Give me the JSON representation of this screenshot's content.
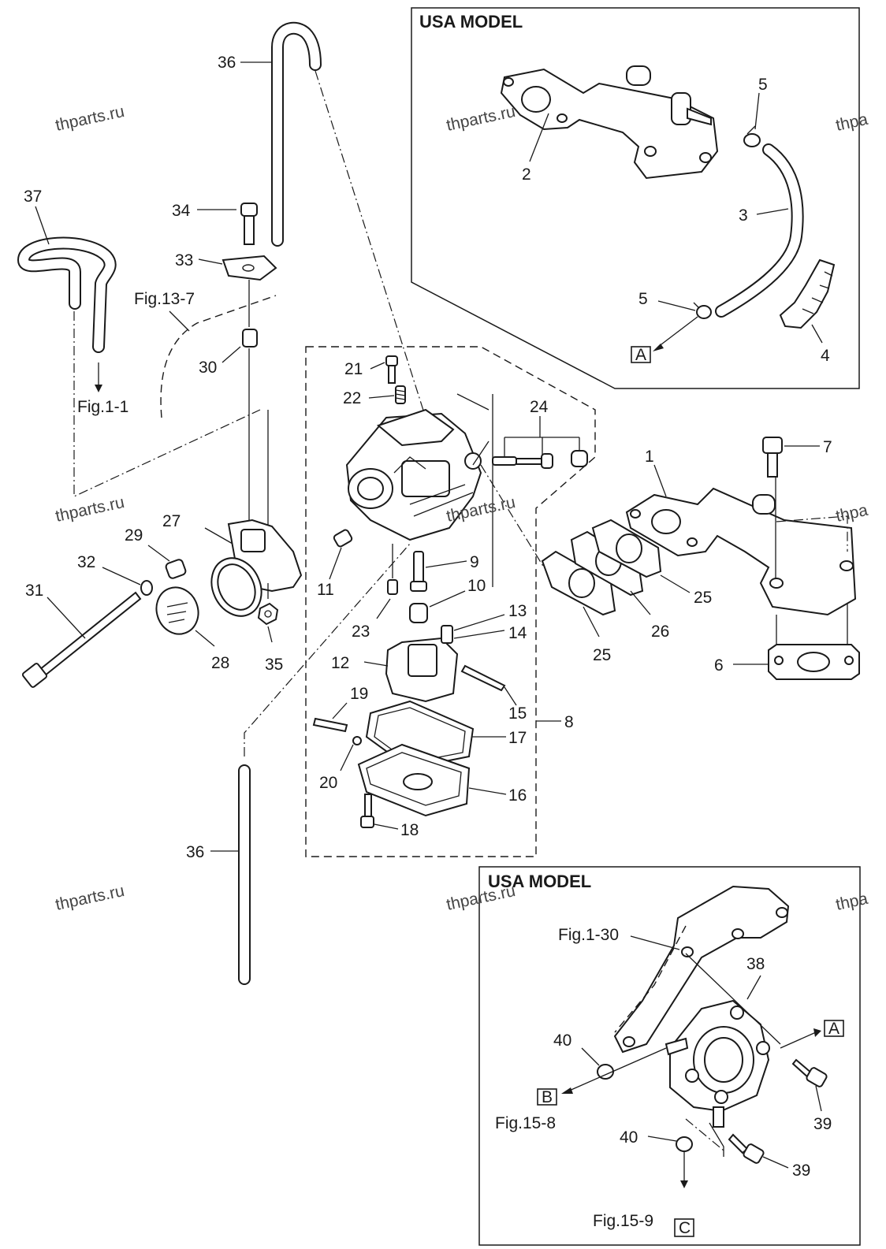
{
  "panels": {
    "usa_top": "USA MODEL",
    "usa_bottom": "USA MODEL"
  },
  "watermarks": [
    "thparts.ru",
    "thparts.ru",
    "thpa",
    "thparts.ru",
    "thparts.ru",
    "thpa",
    "thparts.ru",
    "thparts.ru",
    "thpa"
  ],
  "callouts": {
    "n1": "1",
    "n2": "2",
    "n3": "3",
    "n4": "4",
    "n5a": "5",
    "n5b": "5",
    "n6": "6",
    "n7": "7",
    "n8": "8",
    "n9": "9",
    "n10": "10",
    "n11": "11",
    "n12": "12",
    "n13": "13",
    "n14": "14",
    "n15": "15",
    "n16": "16",
    "n17": "17",
    "n18": "18",
    "n19": "19",
    "n20": "20",
    "n21": "21",
    "n22": "22",
    "n23": "23",
    "n24": "24",
    "n25a": "25",
    "n25b": "25",
    "n26": "26",
    "n27": "27",
    "n28": "28",
    "n29": "29",
    "n30": "30",
    "n31": "31",
    "n32": "32",
    "n33": "33",
    "n34": "34",
    "n35": "35",
    "n36a": "36",
    "n36b": "36",
    "n37": "37",
    "n38": "38",
    "n39a": "39",
    "n39b": "39",
    "n40a": "40",
    "n40b": "40"
  },
  "references": {
    "fig1_1": "Fig.1-1",
    "fig13_7": "Fig.13-7",
    "fig1_30": "Fig.1-30",
    "fig15_8": "Fig.15-8",
    "fig15_9": "Fig.15-9"
  },
  "connectors": {
    "a1": "A",
    "a2": "A",
    "b": "B",
    "c": "C"
  }
}
